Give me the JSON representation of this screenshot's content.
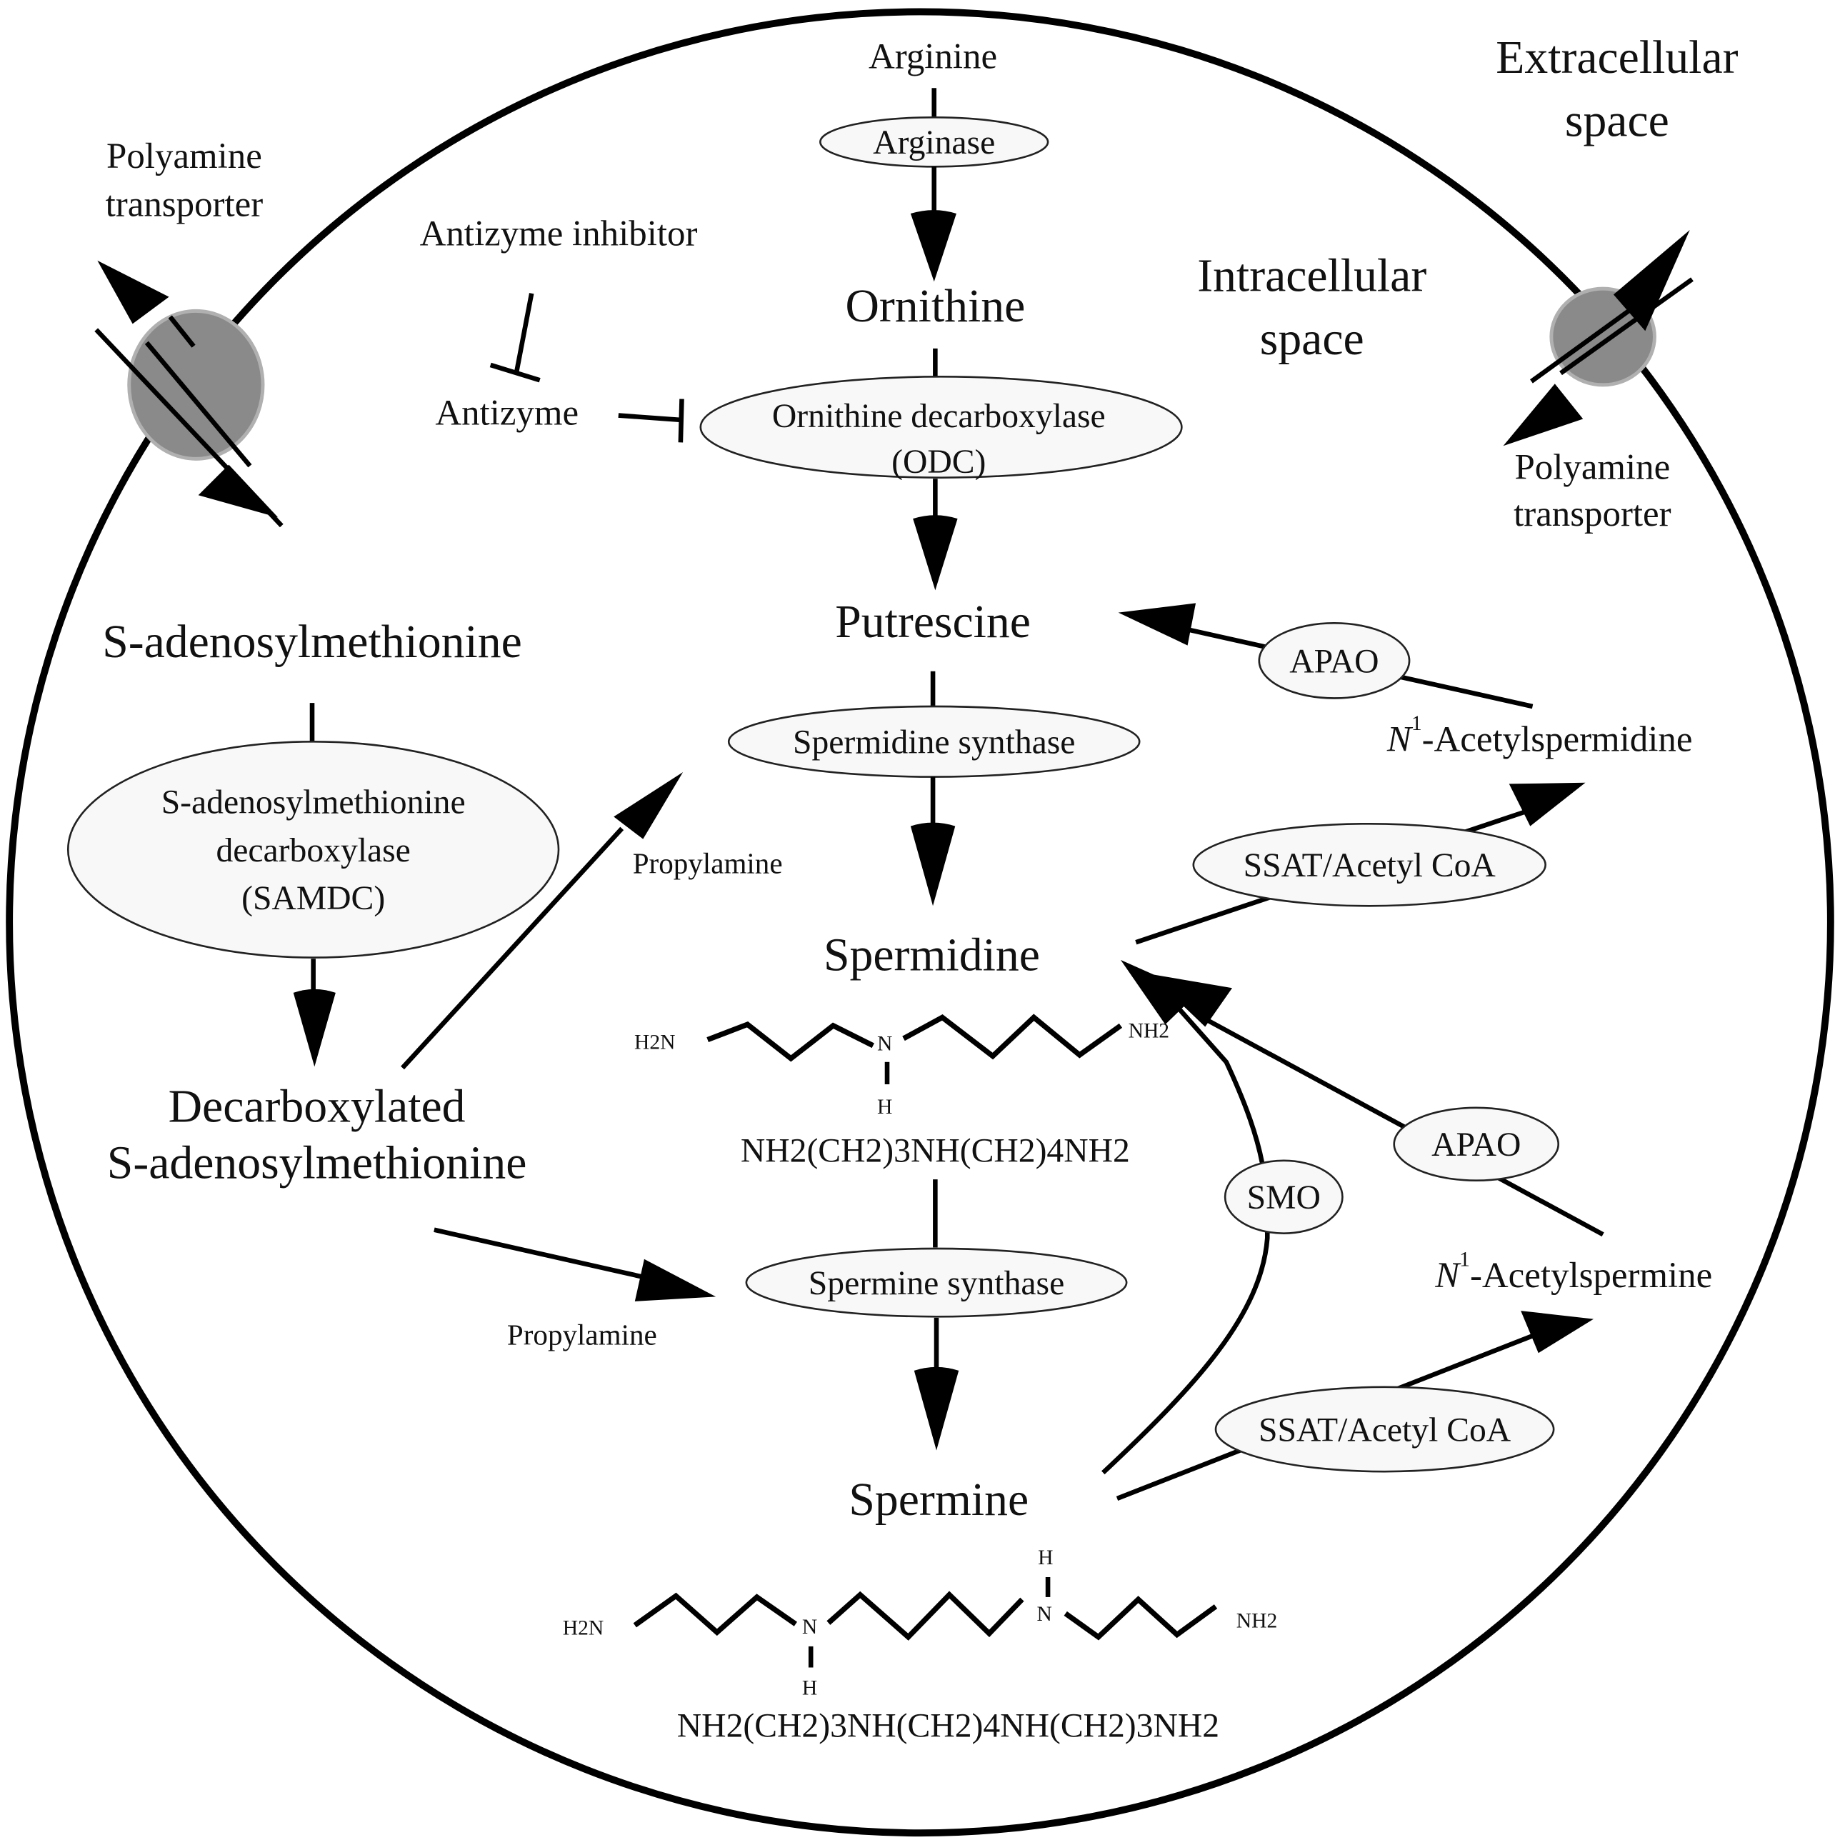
{
  "title": "Polyamine metabolism pathway",
  "regions": {
    "extracellular": [
      "Extracellular",
      "space"
    ],
    "intracellular": [
      "Intracellular",
      "space"
    ]
  },
  "transporters": {
    "left": [
      "Polyamine",
      "transporter"
    ],
    "right": [
      "Polyamine",
      "transporter"
    ],
    "color": "#8a8a8a"
  },
  "metabolites": {
    "arginine": "Arginine",
    "ornithine": "Ornithine",
    "putrescine": "Putrescine",
    "spermidine": "Spermidine",
    "spermine": "Spermine",
    "sam": "S-adenosylmethionine",
    "dcsam": [
      "Decarboxylated",
      "S-adenosylmethionine"
    ],
    "acetylspermidine": {
      "prefix": "N",
      "superscript": "1",
      "name": "-Acetylspermidine"
    },
    "acetylspermine": {
      "prefix": "N",
      "superscript": "1",
      "name": "-Acetylspermine"
    }
  },
  "enzymes": {
    "arginase": "Arginase",
    "odc": [
      "Ornithine decarboxylase",
      "(ODC)"
    ],
    "spermidine_synthase": "Spermidine synthase",
    "spermine_synthase": "Spermine synthase",
    "samdc": [
      "S-adenosylmethionine",
      "decarboxylase",
      "(SAMDC)"
    ],
    "apao_top": "APAO",
    "apao_bottom": "APAO",
    "ssat_top": "SSAT/Acetyl CoA",
    "ssat_bottom": "SSAT/Acetyl CoA",
    "smo": "SMO"
  },
  "regulators": {
    "antizyme_inhibitor": "Antizyme inhibitor",
    "antizyme": "Antizyme"
  },
  "byproducts": {
    "propylamine_1": "Propylamine",
    "propylamine_2": "Propylamine"
  },
  "structures": {
    "spermidine": {
      "left_end": "H2N",
      "right_end": "NH2",
      "n": "N",
      "h": "H",
      "formula": "NH2(CH2)3NH(CH2)4NH2"
    },
    "spermine": {
      "left_end": "H2N",
      "right_end": "NH2",
      "n1": "N",
      "h1": "H",
      "n2": "N",
      "h2": "H",
      "formula": "NH2(CH2)3NH(CH2)4NH(CH2)3NH2"
    }
  }
}
